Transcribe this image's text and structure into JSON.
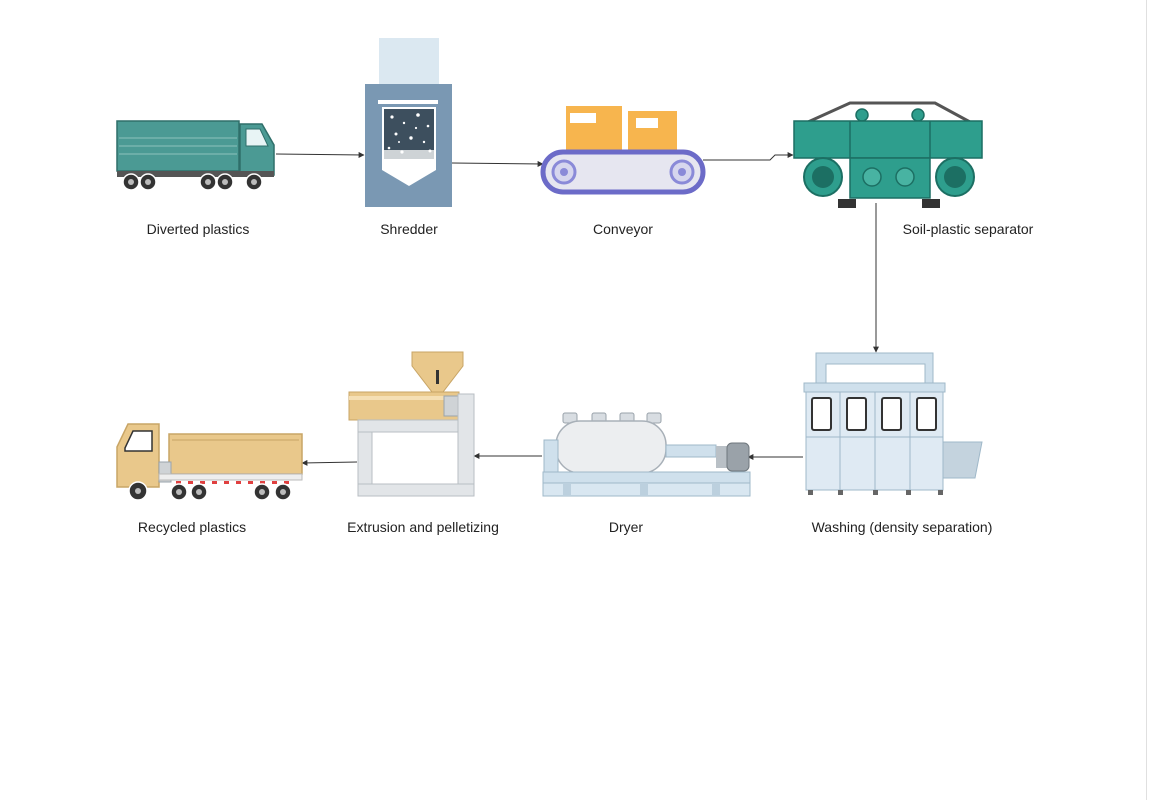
{
  "diagram": {
    "colors": {
      "teal": "#4b9a94",
      "teal_dark": "#2f7a73",
      "separator_green": "#2e9e8d",
      "shredder_blue": "#7a98b3",
      "box_orange": "#f7b54e",
      "conveyor_purple": "#6c6bc8",
      "washer_blue": "#cfe0ec",
      "extruder_tan": "#e9c88b",
      "line": "#333333"
    },
    "nodes": [
      {
        "id": "diverted",
        "label": "Diverted plastics",
        "icon": "delivery-truck-icon"
      },
      {
        "id": "shredder",
        "label": "Shredder",
        "icon": "shredder-icon"
      },
      {
        "id": "conveyor",
        "label": "Conveyor",
        "icon": "conveyor-icon"
      },
      {
        "id": "separator",
        "label": "Soil-plastic separator",
        "icon": "separator-machine-icon"
      },
      {
        "id": "washing",
        "label": "Washing (density separation)",
        "icon": "washing-machine-icon"
      },
      {
        "id": "dryer",
        "label": "Dryer",
        "icon": "dryer-icon"
      },
      {
        "id": "extrusion",
        "label": "Extrusion and pelletizing",
        "icon": "extruder-icon"
      },
      {
        "id": "recycled",
        "label": "Recycled plastics",
        "icon": "dump-truck-icon"
      }
    ],
    "edges": [
      {
        "from": "diverted",
        "to": "shredder"
      },
      {
        "from": "shredder",
        "to": "conveyor"
      },
      {
        "from": "conveyor",
        "to": "separator"
      },
      {
        "from": "separator",
        "to": "washing"
      },
      {
        "from": "washing",
        "to": "dryer"
      },
      {
        "from": "dryer",
        "to": "extrusion"
      },
      {
        "from": "extrusion",
        "to": "recycled"
      }
    ]
  }
}
